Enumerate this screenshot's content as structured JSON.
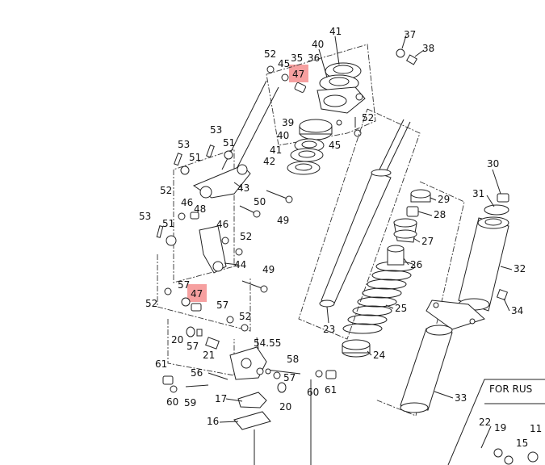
{
  "diagram": {
    "inset_label": "FOR RUS",
    "highlight_color": "#f6a0a0",
    "labels": {
      "l41": "41",
      "l37": "37",
      "l38": "38",
      "l40a": "40",
      "l52a": "52",
      "l45a": "45",
      "l35": "35",
      "l36": "36",
      "l47a": "47",
      "l52b": "52",
      "l45b": "45",
      "l39": "39",
      "l40b": "40",
      "l41b": "41",
      "l42": "42",
      "l53a": "53",
      "l51a": "51",
      "l53b": "53",
      "l51b": "51",
      "l43": "43",
      "l52c": "52",
      "l46a": "46",
      "l48": "48",
      "l50": "50",
      "l49a": "49",
      "l53c": "53",
      "l51c": "51",
      "l46b": "46",
      "l52d": "52",
      "l44": "44",
      "l49b": "49",
      "l57a": "57",
      "l47b": "47",
      "l52e": "52",
      "l57b": "57",
      "l52f": "52",
      "l20a": "20",
      "l57c": "57",
      "l21": "21",
      "l5455": "54.55",
      "l58": "58",
      "l56": "56",
      "l57d": "57",
      "l61a": "61",
      "l60a": "60",
      "l59": "59",
      "l60b": "60",
      "l61b": "61",
      "l17": "17",
      "l20b": "20",
      "l16": "16",
      "l30": "30",
      "l31": "31",
      "l29": "29",
      "l28": "28",
      "l27": "27",
      "l26": "26",
      "l32": "32",
      "l34": "34",
      "l25": "25",
      "l23": "23",
      "l24": "24",
      "l33": "33",
      "l22": "22",
      "l19": "19",
      "l11": "11",
      "l15": "15"
    }
  }
}
